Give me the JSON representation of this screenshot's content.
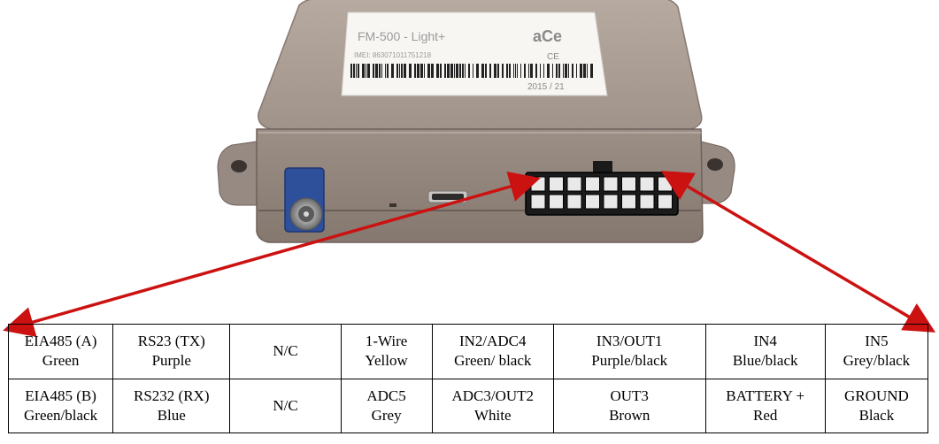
{
  "device_label": {
    "model": "FM-500 - Light+",
    "brand": "aCe",
    "imei": "IMEI: 863071011751218",
    "ce_mark": "CE",
    "date_code": "2015 / 21"
  },
  "colors": {
    "case": "#a89a90",
    "case_dark": "#7d716a",
    "connector": "#111111",
    "antenna_connector": "#2e4f9a",
    "arrow": "#cc1111"
  },
  "pinout": {
    "rows": [
      [
        {
          "line1": "EIA485 (A)",
          "line2": "Green"
        },
        {
          "line1": "RS23 (TX)",
          "line2": "Purple"
        },
        {
          "line1": "N/C",
          "line2": ""
        },
        {
          "line1": "1-Wire",
          "line2": "Yellow"
        },
        {
          "line1": "IN2/ADC4",
          "line2": "Green/ black"
        },
        {
          "line1": "IN3/OUT1",
          "line2": "Purple/black"
        },
        {
          "line1": "IN4",
          "line2": "Blue/black"
        },
        {
          "line1": "IN5",
          "line2": "Grey/black"
        }
      ],
      [
        {
          "line1": "EIA485 (B)",
          "line2": "Green/black"
        },
        {
          "line1": "RS232 (RX)",
          "line2": "Blue"
        },
        {
          "line1": "N/C",
          "line2": ""
        },
        {
          "line1": "ADC5",
          "line2": "Grey"
        },
        {
          "line1": "ADC3/OUT2",
          "line2": "White"
        },
        {
          "line1": "OUT3",
          "line2": "Brown"
        },
        {
          "line1": "BATTERY +",
          "line2": "Red"
        },
        {
          "line1": "GROUND",
          "line2": "Black"
        }
      ]
    ]
  }
}
